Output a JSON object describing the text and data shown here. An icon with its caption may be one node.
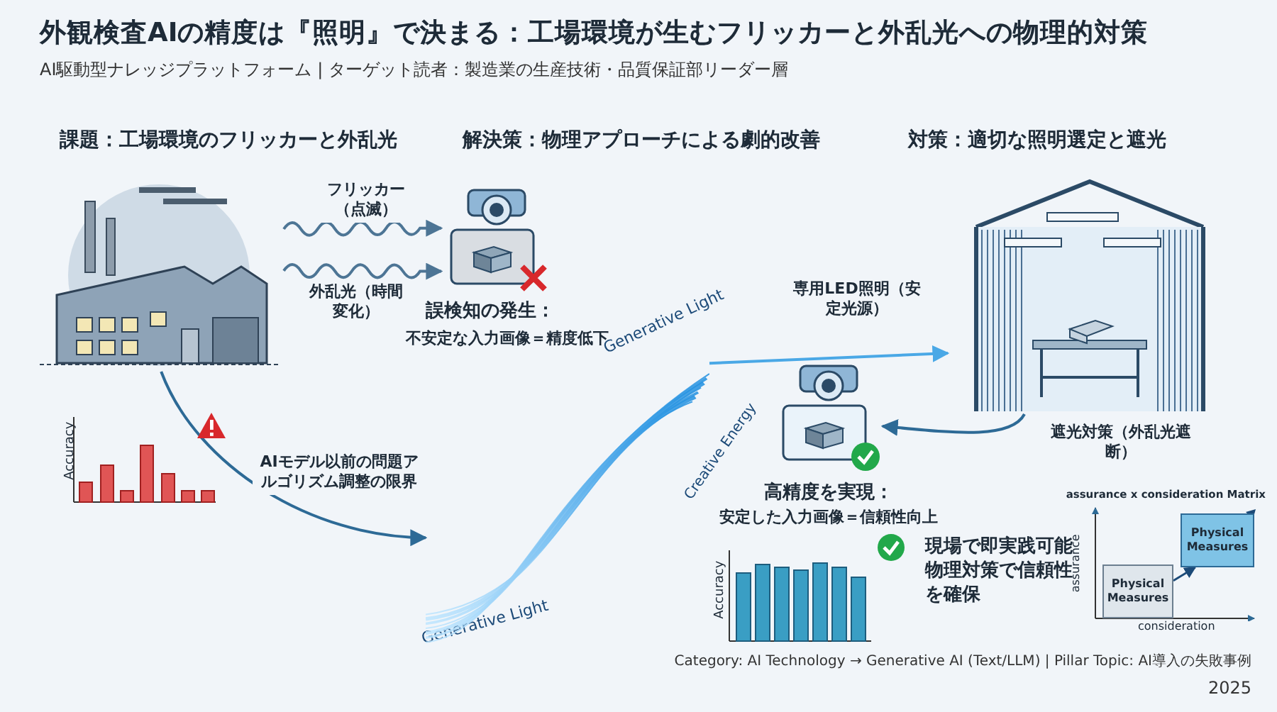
{
  "diagram": {
    "title": "外観検査AIの精度は『照明』で決まる：工場環境が生むフリッカーと外乱光への物理的対策",
    "nodes": [
      {
        "text": [],
        "shape": "picture"
      },
      {
        "text": [],
        "shape": "picture",
        "beside": [
          "誤検知の発生：",
          "不安定な入力画像＝精度低下"
        ]
      },
      {
        "text": [],
        "shape": "picture"
      },
      {
        "text": [],
        "shape": "picture",
        "beside": [
          "遮光対策（外乱光遮断）"
        ]
      },
      {
        "text": [],
        "shape": "picture",
        "beside": [
          "高精度を実現：",
          "安定した入力画像＝信頼性向上"
        ]
      },
      {
        "text": [
          "Physical Measures"
        ]
      },
      {
        "text": [
          "Physical Measures"
        ]
      }
    ],
    "edges": [
      {
        "from": 0,
        "to": 1,
        "arrow": "to",
        "label": "フリッカー（点滅）"
      },
      {
        "from": 0,
        "to": 1,
        "arrow": "to",
        "label": "外乱光（時間変化）"
      },
      {
        "from": 0,
        "to": 2,
        "arrow": "to",
        "label": "AIモデル以前の問題アルゴリズム調整の限界"
      },
      {
        "from": 2,
        "to": 3,
        "arrow": "to",
        "label": "専用LED照明（安定光源）"
      },
      {
        "from": 3,
        "to": 4,
        "arrow": "to"
      },
      {
        "from": 5,
        "to": 6,
        "arrow": "to"
      }
    ],
    "labels": [
      "AI駆動型ナレッジプラットフォーム | ターゲット読者：製造業の生産技術・品質保証部リーダー層",
      "課題：工場環境のフリッカーと外乱光",
      "解決策：物理アプローチによる劇的改善",
      "対策：適切な照明選定と遮光",
      "Generative Light",
      "Creative Energy",
      "Accuracy",
      "Generative Light",
      "assurance x consideration Matrix",
      "Accuracy",
      "現場で即実践可能物理対策で信頼性を確保",
      "assurance",
      "consideration",
      "Category: AI Technology → Generative AI (Text/LLM) | Pillar Topic: AI導入の失敗事例",
      "2025"
    ]
  }
}
